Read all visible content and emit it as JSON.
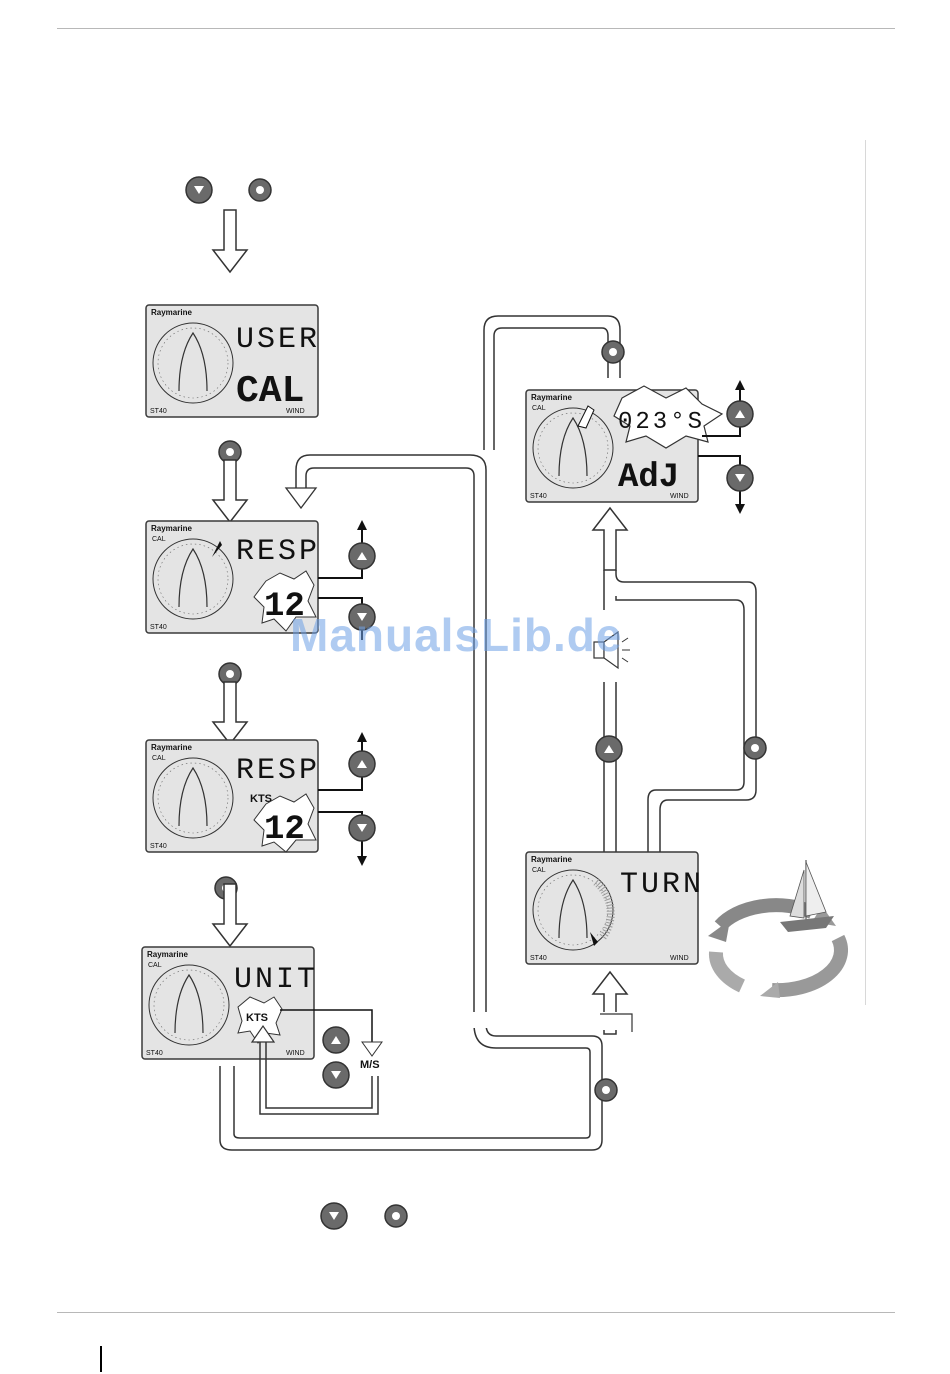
{
  "watermark": "ManualsLib.de",
  "displays": {
    "user_cal": {
      "brand": "Raymarine",
      "line1": "USER",
      "line2": "CAL",
      "model": "ST40",
      "mode": "WIND"
    },
    "resp1": {
      "brand": "Raymarine",
      "cal": "CAL",
      "line1": "RESP",
      "value": "12",
      "model": "ST40"
    },
    "resp2": {
      "brand": "Raymarine",
      "cal": "CAL",
      "line1": "RESP",
      "unit": "KTS",
      "value": "12",
      "model": "ST40"
    },
    "unit": {
      "brand": "Raymarine",
      "cal": "CAL",
      "line1": "UNIT",
      "unit": "KTS",
      "model": "ST40",
      "mode": "WIND"
    },
    "adj": {
      "brand": "Raymarine",
      "cal": "CAL",
      "line1": "023°S",
      "line2": "AdJ",
      "model": "ST40",
      "mode": "WIND"
    },
    "turn": {
      "brand": "Raymarine",
      "cal": "CAL",
      "line1": "TURN",
      "model": "ST40",
      "mode": "WIND"
    }
  },
  "labels": {
    "ms": "M/S"
  },
  "colors": {
    "button": "#6a6a6a",
    "lcd": "#e4e4e4",
    "frame": "#3a3a3a"
  }
}
